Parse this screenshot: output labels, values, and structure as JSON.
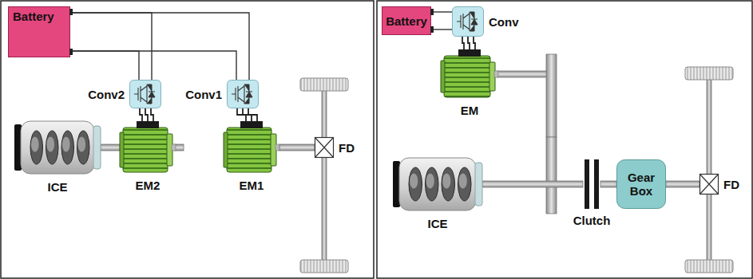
{
  "diagram": {
    "nodes": [
      {
        "text": [
          "Battery"
        ]
      },
      {
        "text": [
          "Conv2"
        ]
      },
      {
        "text": [
          "Conv1"
        ]
      },
      {
        "text": [
          "ICE"
        ]
      },
      {
        "text": [
          "EM2"
        ]
      },
      {
        "text": [
          "EM1"
        ]
      },
      {
        "text": [
          "FD"
        ]
      },
      {
        "text": [
          "Battery"
        ]
      },
      {
        "text": [
          "Conv"
        ]
      },
      {
        "text": [
          "EM"
        ]
      },
      {
        "text": [
          "ICE"
        ]
      },
      {
        "text": [
          "Clutch"
        ]
      },
      {
        "text": [
          "Gear Box"
        ]
      },
      {
        "text": [
          "FD"
        ]
      }
    ],
    "edges": [
      {
        "from": 0,
        "to": 1,
        "arrow": "none"
      },
      {
        "from": 0,
        "to": 2,
        "arrow": "none"
      },
      {
        "from": 1,
        "to": 4,
        "arrow": "none"
      },
      {
        "from": 2,
        "to": 5,
        "arrow": "none"
      },
      {
        "from": 3,
        "to": 4,
        "arrow": "none"
      },
      {
        "from": 5,
        "to": 6,
        "arrow": "none"
      },
      {
        "from": 7,
        "to": 8,
        "arrow": "none"
      },
      {
        "from": 8,
        "to": 9,
        "arrow": "none"
      },
      {
        "from": 10,
        "to": 11,
        "arrow": "none"
      },
      {
        "from": 11,
        "to": 12,
        "arrow": "none"
      },
      {
        "from": 12,
        "to": 13,
        "arrow": "none"
      }
    ]
  }
}
